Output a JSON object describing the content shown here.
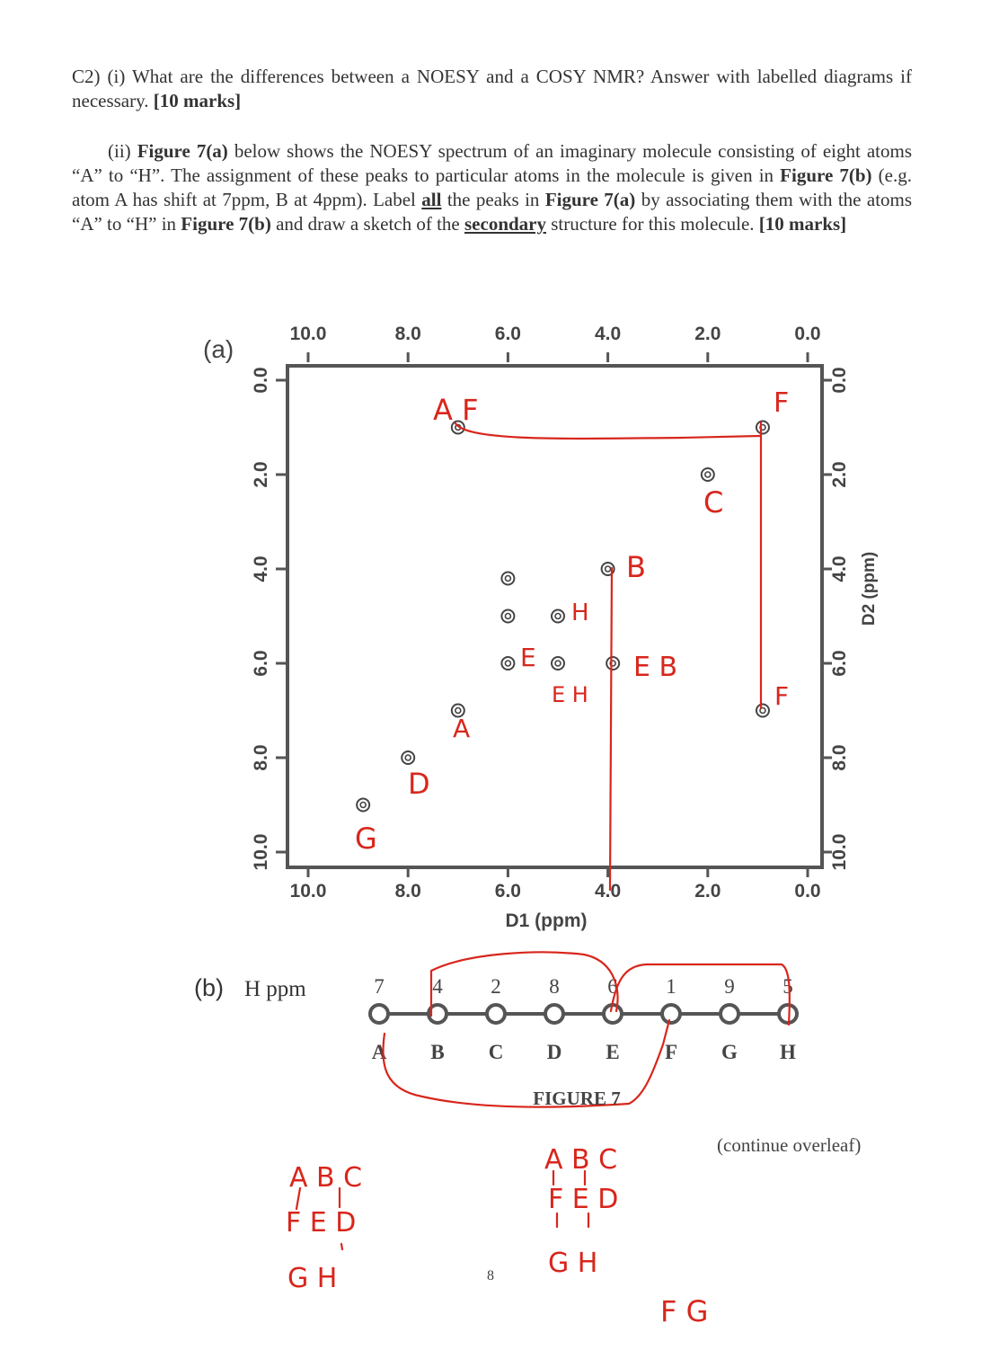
{
  "question": {
    "part1": {
      "label": "C2) (i)",
      "text": "What are the differences between a NOESY and a COSY NMR? Answer with labelled diagrams if necessary.",
      "marks": "[10 marks]"
    },
    "part2": {
      "label": "(ii)",
      "fig7a": "Figure 7(a)",
      "t1": "below shows the NOESY spectrum of an imaginary molecule consisting of eight atoms “A” to “H”. The assignment of these peaks to particular atoms in the molecule is given in",
      "fig7b": "Figure 7(b)",
      "t2": "(e.g. atom A has shift at 7ppm, B at 4ppm). Label",
      "all": "all",
      "t3": "the peaks in",
      "fig7a2": "Figure 7(a)",
      "t4": "by associating them with the atoms “A” to “H” in",
      "fig7b2": "Figure 7(b)",
      "t5": "and draw a sketch of the",
      "secondary": "secondary",
      "t6": "structure for this molecule.",
      "marks": "[10 marks]"
    }
  },
  "figure": {
    "panel_a_label": "(a)",
    "panel_b_label": "(b)",
    "panel_b_title": "H ppm",
    "caption": "FIGURE 7",
    "x_label": "D1 (ppm)",
    "y_label": "D2 (ppm)",
    "x_ticks": [
      "10.0",
      "8.0",
      "6.0",
      "4.0",
      "2.0",
      "0.0"
    ],
    "y_ticks": [
      "0.0",
      "2.0",
      "4.0",
      "6.0",
      "8.0",
      "10.0"
    ]
  },
  "chart_data": {
    "type": "scatter",
    "title": "",
    "xlabel": "D1 (ppm)",
    "ylabel": "D2 (ppm)",
    "xlim": [
      10.5,
      -0.2
    ],
    "ylim": [
      -0.2,
      10.5
    ],
    "grid": false,
    "points": [
      {
        "x": 7.0,
        "y": 1.0
      },
      {
        "x": 0.9,
        "y": 1.0
      },
      {
        "x": 2.0,
        "y": 2.0
      },
      {
        "x": 4.0,
        "y": 4.0
      },
      {
        "x": 6.0,
        "y": 4.2
      },
      {
        "x": 6.0,
        "y": 5.0
      },
      {
        "x": 5.0,
        "y": 5.0
      },
      {
        "x": 6.0,
        "y": 6.0
      },
      {
        "x": 5.0,
        "y": 6.0
      },
      {
        "x": 3.9,
        "y": 6.0
      },
      {
        "x": 7.0,
        "y": 7.0
      },
      {
        "x": 0.9,
        "y": 7.0
      },
      {
        "x": 8.0,
        "y": 8.0
      },
      {
        "x": 8.9,
        "y": 9.0
      }
    ]
  },
  "chain": {
    "ppm": [
      "7",
      "4",
      "2",
      "8",
      "6",
      "1",
      "9",
      "5"
    ],
    "atoms": [
      "A",
      "B",
      "C",
      "D",
      "E",
      "F",
      "G",
      "H"
    ]
  },
  "annotations": {
    "af": "A F",
    "f1": "F",
    "c": "C",
    "b": "B",
    "h": "H",
    "e": "E",
    "eb": "E B",
    "eh": "E H",
    "a": "A",
    "f2": "F",
    "d": "D",
    "g": "G",
    "sketch1": [
      "A B C",
      "F E D",
      "G H"
    ],
    "sketch2": [
      "A B C",
      "F E D",
      "G H"
    ],
    "fg": "F G"
  },
  "footer": {
    "continue": "(continue overleaf)",
    "page": "8"
  }
}
